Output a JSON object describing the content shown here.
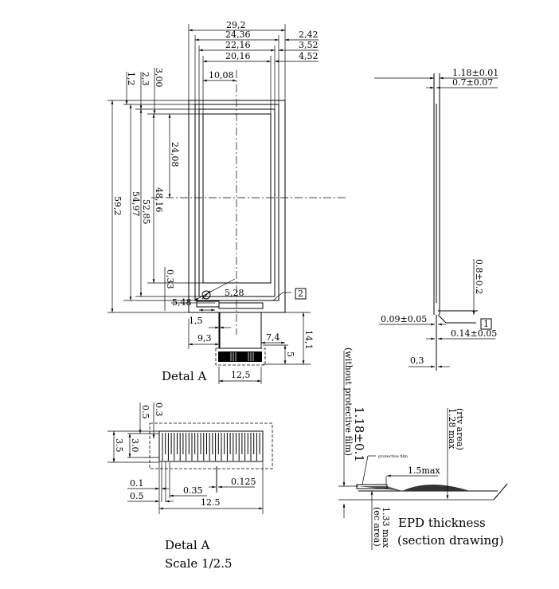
{
  "front_view": {
    "width_dims": [
      "29,2",
      "24,36",
      "22,16",
      "20,16",
      "10,08"
    ],
    "right_dims": [
      "2,42",
      "3,52",
      "4,52"
    ],
    "top_offsets": [
      "1,2",
      "2,3",
      "3,00"
    ],
    "height_dims": [
      "59,2",
      "54,97",
      "52,85",
      "48,16",
      "24,08",
      "0,33"
    ],
    "lower_dims": [
      "5,28",
      "5,48",
      "1,5",
      "9,3",
      "7,4",
      "14,1",
      "5",
      "12,5"
    ],
    "marker": "2",
    "detail_label": "Detal A"
  },
  "side_view": {
    "dims": [
      "1.18±0.01",
      "0.7±0.07",
      "0.8±0.2",
      "0.09±0.05",
      "0.14±0.05",
      "0,3"
    ],
    "marker": "1"
  },
  "detail_a": {
    "dims": [
      "0.5",
      "0.3",
      "3.5",
      "3.0",
      "0.1",
      "0.5",
      "0.35",
      "0.125",
      "12.5"
    ],
    "title": "Detal A",
    "scale": "Scale 1/2.5"
  },
  "section": {
    "total": "1.18±0.1",
    "total_note": "(without protective film)",
    "rtv": "1.28 max",
    "rtv_note": "(rtv area)",
    "ec": "1.33 max",
    "ec_note": "(ec area)",
    "film_label": "protective film",
    "slope": "1.5max",
    "title": "EPD thickness",
    "subtitle": "(section drawing)"
  }
}
